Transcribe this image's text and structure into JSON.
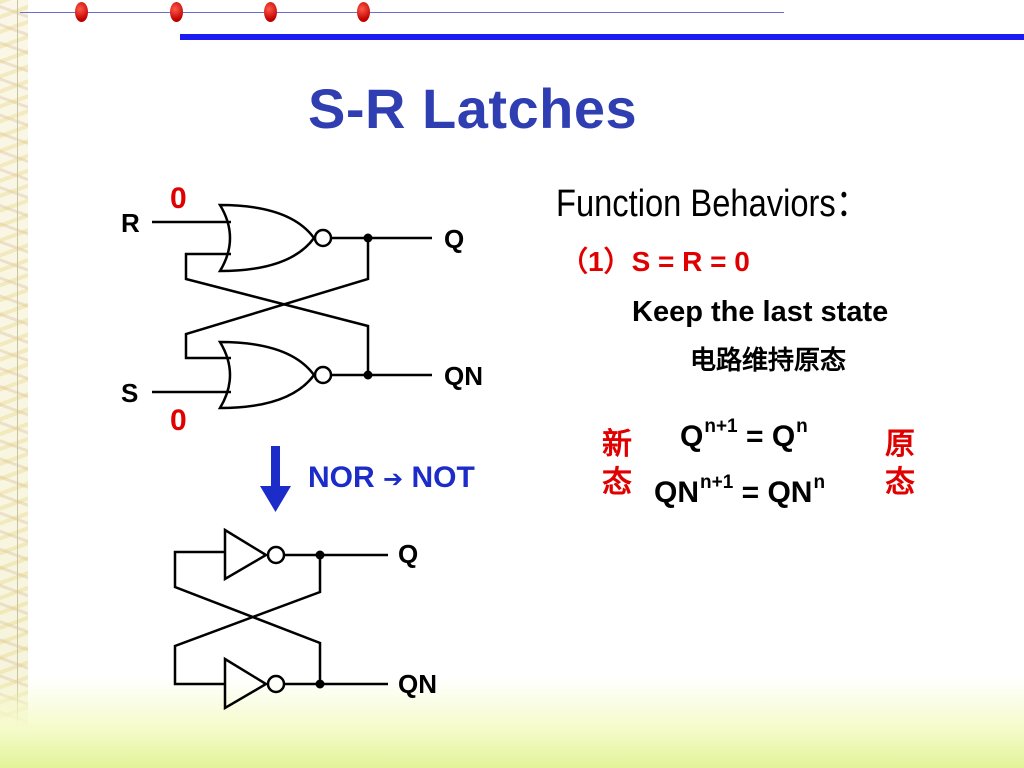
{
  "title": "S-R Latches",
  "circuit_top": {
    "r_label": "R",
    "s_label": "S",
    "r_value": "0",
    "s_value": "0",
    "q_label": "Q",
    "qn_label": "QN"
  },
  "transform": {
    "from": "NOR",
    "to": "NOT",
    "arrow": "➔"
  },
  "circuit_bottom": {
    "q_label": "Q",
    "qn_label": "QN"
  },
  "function": {
    "heading": "Function Behaviors：",
    "case": "（1）S = R = 0",
    "description": "Keep the last state",
    "description_cn": "电路维持原态",
    "eq1": {
      "lhs": "Q",
      "lhs_sup": "n+1",
      "mid": " = Q",
      "rhs_sup": "n"
    },
    "eq2": {
      "lhs": "QN",
      "lhs_sup": "n+1",
      "mid": " = QN",
      "rhs_sup": "n"
    },
    "left_note": [
      "新",
      "态"
    ],
    "right_note": [
      "原",
      "态"
    ]
  },
  "colors": {
    "title": "#2f3eb0",
    "accent_red": "#e00000",
    "accent_blue": "#1c2cc8",
    "top_bar": "#1c1cf0"
  }
}
